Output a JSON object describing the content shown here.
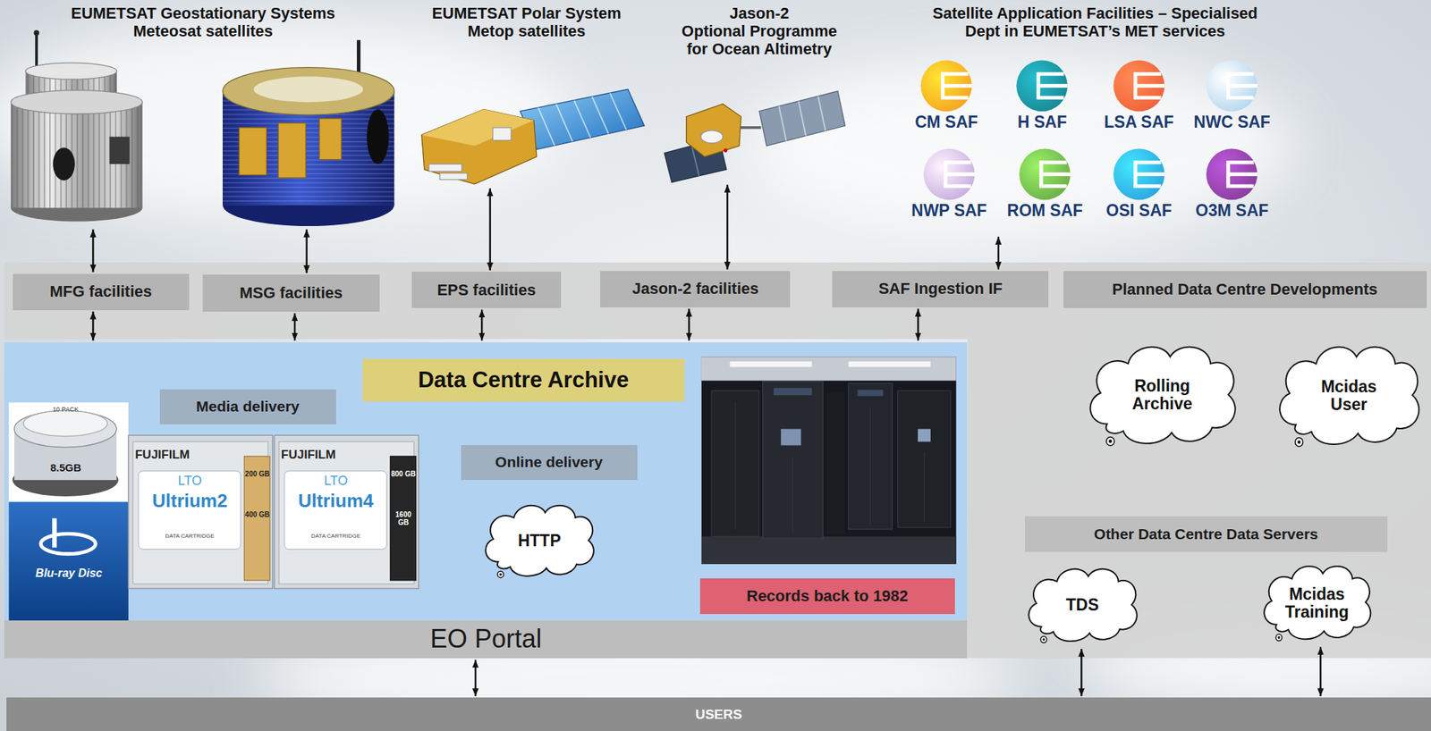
{
  "diagram": {
    "nodes": [
      {
        "text": [
          "EUMETSAT Geostationary Systems Meteosat satellites"
        ]
      },
      {
        "text": [
          "EUMETSAT Polar System Metop satellites"
        ]
      },
      {
        "text": [
          "Jason-2 Optional Programme for Ocean Altimetry"
        ]
      },
      {
        "text": [
          "Satellite Application Facilities – Specialised Dept in EUMETSAT’s MET services"
        ]
      },
      {
        "text": [
          "CM SAF"
        ],
        "in": 3
      },
      {
        "text": [
          "H SAF"
        ],
        "in": 3
      },
      {
        "text": [
          "LSA SAF"
        ],
        "in": 3
      },
      {
        "text": [
          "NWC SAF"
        ],
        "in": 3
      },
      {
        "text": [
          "NWP SAF"
        ],
        "in": 3
      },
      {
        "text": [
          "ROM SAF"
        ],
        "in": 3
      },
      {
        "text": [
          "OSI SAF"
        ],
        "in": 3
      },
      {
        "text": [
          "O3M SAF"
        ],
        "in": 3
      },
      {
        "text": [
          "MFG facilities"
        ]
      },
      {
        "text": [
          "MSG facilities"
        ]
      },
      {
        "text": [
          "EPS facilities"
        ]
      },
      {
        "text": [
          "Jason-2 facilities"
        ]
      },
      {
        "text": [
          "SAF Ingestion IF"
        ]
      },
      {
        "text": [
          "Planned Data Centre Developments"
        ]
      },
      {
        "text": [
          "Data Centre Archive"
        ]
      },
      {
        "text": [
          "Media delivery"
        ],
        "in": 18
      },
      {
        "text": [
          "Online delivery"
        ],
        "in": 18
      },
      {
        "text": [
          "HTTP"
        ],
        "in": 18
      },
      {
        "text": [
          "Records back to 1982"
        ],
        "in": 18
      },
      {
        "text": [
          "Rolling Archive"
        ]
      },
      {
        "text": [
          "Mcidas User"
        ]
      },
      {
        "text": [
          "Other Data Centre Data Servers"
        ]
      },
      {
        "text": [
          "TDS"
        ]
      },
      {
        "text": [
          "Mcidas Training"
        ]
      },
      {
        "text": [
          "EO Portal"
        ]
      },
      {
        "text": [
          "USERS"
        ]
      }
    ],
    "edges": [
      {
        "from": 0,
        "to": 12,
        "arrow": "both"
      },
      {
        "from": 0,
        "to": 13,
        "arrow": "both"
      },
      {
        "from": 1,
        "to": 14,
        "arrow": "both"
      },
      {
        "from": 2,
        "to": 15,
        "arrow": "both"
      },
      {
        "from": 3,
        "to": 16,
        "arrow": "both"
      },
      {
        "from": 12,
        "to": 18,
        "arrow": "both"
      },
      {
        "from": 13,
        "to": 18,
        "arrow": "both"
      },
      {
        "from": 14,
        "to": 18,
        "arrow": "both"
      },
      {
        "from": 15,
        "to": 18,
        "arrow": "both"
      },
      {
        "from": 16,
        "to": 18,
        "arrow": "both"
      },
      {
        "from": 28,
        "to": 29,
        "arrow": "both"
      },
      {
        "from": 26,
        "to": 29,
        "arrow": "both"
      },
      {
        "from": 27,
        "to": 29,
        "arrow": "both"
      }
    ],
    "labels": [
      "10 PACK",
      "8.5GB",
      "Blu-ray Disc",
      "FUJIFILM",
      "LTO",
      "Ultrium2",
      "200 GB",
      "400 GB",
      "DATA CARTRIDGE",
      "FUJIFILM",
      "LTO",
      "Ultrium4",
      "800 GB",
      "1600 GB",
      "DATA CARTRIDGE"
    ]
  }
}
